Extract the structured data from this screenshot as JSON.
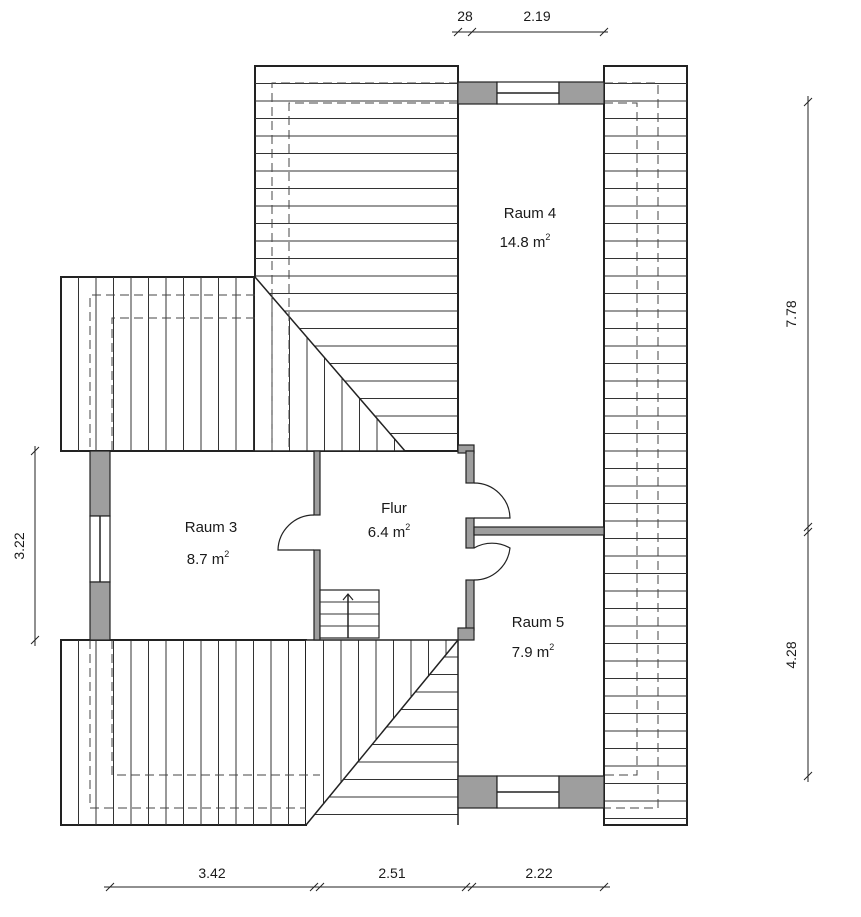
{
  "rooms": [
    {
      "name": "Raum 4",
      "area": "14.8 m",
      "sup": "2"
    },
    {
      "name": "Raum 3",
      "area": "8.7 m",
      "sup": "2"
    },
    {
      "name": "Flur",
      "area": "6.4 m",
      "sup": "2"
    },
    {
      "name": "Raum 5",
      "area": "7.9 m",
      "sup": "2"
    }
  ],
  "dimensions": {
    "top": [
      "28",
      "2.19"
    ],
    "bottom": [
      "3.42",
      "2.51",
      "2.22"
    ],
    "left": [
      "3.22"
    ],
    "right": [
      "7.78",
      "4.28"
    ]
  }
}
